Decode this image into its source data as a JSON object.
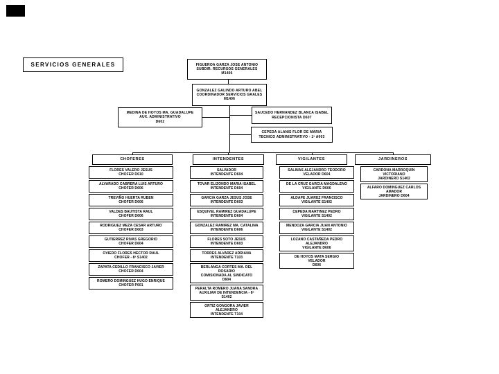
{
  "slide": {
    "title": "SERVICIOS GENERALES"
  },
  "colors": {
    "ink": "#000000",
    "paper": "#ffffff"
  },
  "org": {
    "subdirector": {
      "lines": [
        "FIGUEROA GARZA JOSE ANTONIO",
        "SUBDIR. RECURSOS GENERALES",
        "M1406"
      ]
    },
    "coordinador": {
      "lines": [
        "GONZALEZ GALINDO ARTURO ABEL",
        "COORDINADOR SERVICIOS GRALES",
        "M1406"
      ]
    },
    "aux_administrativo": {
      "lines": [
        "MEDINA DE HOYOS MA. GUADALUPE",
        "AUX. ADMINISTRATIVO",
        "D602"
      ]
    },
    "recepcionista": {
      "lines": [
        "SAUCEDO HERNANDEZ BLANCA ISABEL",
        "RECEPCIONISTA D607"
      ]
    },
    "tecnico_administrativo": {
      "lines": [
        "CEPEDA ALANIS FLOR DE MARIA",
        "TECNICO ADMINISTRATIVO - 1ª A003"
      ]
    }
  },
  "columns": [
    {
      "id": "choferes",
      "header": "CHOFERES",
      "items": [
        [
          "FLORES VALERO JESUS",
          "CHOFER D610"
        ],
        [
          "ALVARADO CABRERA LUIS ARTURO",
          "CHOFER D606"
        ],
        [
          "TREVIÑO HUERTA RUBEN",
          "CHOFER D606"
        ],
        [
          "VALDES BAUTISTA RAUL",
          "CHOFER D606"
        ],
        [
          "RODRIGUEZ MEZA CESAR ARTURO",
          "CHOFER D603"
        ],
        [
          "GUTIERREZ RIVAS GREGORIO",
          "CHOFER D604"
        ],
        [
          "OVIEDO FLORES HECTOR RAUL",
          "CHOFER - 8ª S1402"
        ],
        [
          "ZAPATA CEDILLO FRANCISCO JAVIER",
          "CHOFER D604"
        ],
        [
          "ROMERO DOMINGUEZ HUGO ENRIQUE",
          "CHOFER P601"
        ]
      ]
    },
    {
      "id": "intendentes",
      "header": "INTENDENTES",
      "items": [
        [
          "SALVADOR",
          "INTENDENTE D604"
        ],
        [
          "TOVAR ELIZONDO MARIA ISABEL",
          "INTENDENTE D604"
        ],
        [
          "GARCIA GARZA JESUS JOSE",
          "INTENDENTE D603"
        ],
        [
          "ESQUIVEL RAMIREZ GUADALUPE",
          "INTENDENTE D604"
        ],
        [
          "GONZALEZ RAMIREZ MA. CATALINA",
          "INTENDENTE D606"
        ],
        [
          "FLORES SOTO JESUS",
          "INTENDENTE D603"
        ],
        [
          "TORRES ALVAREZ ADRIANA",
          "INTENDENTE T103"
        ],
        [
          "BERLANGA CORTES MA. DEL",
          "ROSARIO",
          "COMISIONADA AL SINDICATO",
          "D604"
        ],
        [
          "PERALTA ROMERO JUANA SANDRA",
          "AUXILIAR DE INTENDENCIA - 8ª",
          "S1402"
        ],
        [
          "ORTIZ GONGORA JAVIER",
          "ALEJANDRO",
          "INTENDENTE T104"
        ]
      ]
    },
    {
      "id": "vigilantes",
      "header": "VIGILANTES",
      "items": [
        [
          "SALINAS ALEJANDRO TEODORO",
          "VELADOR D604"
        ],
        [
          "DE LA CRUZ GARCIA MAGDALENO",
          "VIGILANTE D606"
        ],
        [
          "ALDAPE JUAREZ FRANCISCO",
          "VIGILANTE S1402"
        ],
        [
          "CEPEDA MARTINEZ PEDRO",
          "VIGILANTE S1402"
        ],
        [
          "MENDOZA GARCIA JUAN ANTONIO",
          "VIGILANTE S1402"
        ],
        [
          "LOZANO CASTAÑEDA PEDRO",
          "ALEJANDRO",
          "VIGILANTE D606"
        ],
        [
          "DE HOYOS MATA SERGIO",
          "VELADOR",
          "D606"
        ]
      ]
    },
    {
      "id": "jardineros",
      "header": "JARDINEROS",
      "items": [
        [
          "CARDONA MARROQUIN VICTORIANO",
          "JARDINERO S1402"
        ],
        [
          "ALFARO DOMINGUEZ CARLOS",
          "AMADOR",
          "JARDINERO D604"
        ]
      ]
    }
  ]
}
